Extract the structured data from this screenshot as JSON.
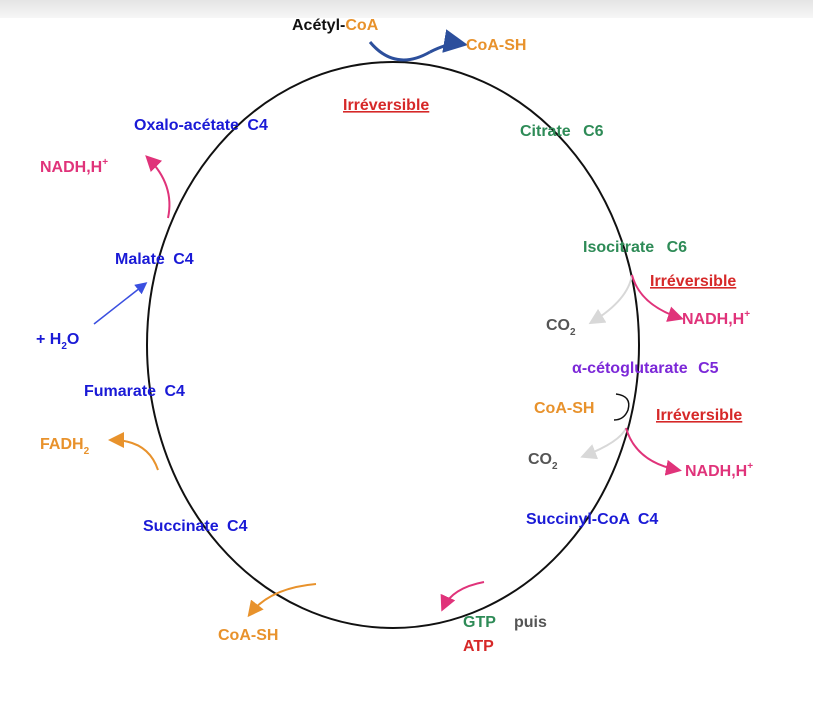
{
  "colors": {
    "acetyl": "#111111",
    "orange": "#e8922c",
    "blue": "#1a1ad6",
    "green": "#2e8b57",
    "red": "#d62828",
    "magenta": "#e0337a",
    "purple": "#7c28d8",
    "grey": "#555555",
    "ring": "#111111",
    "arrow_blue": "#2c4f9c"
  },
  "icons": {
    "entry_arrow": "curved-arrow-icon",
    "cofactor_arrow": "curved-arrow-icon"
  },
  "labels": {
    "acetyl": "Acétyl-",
    "acetyl_coa": "CoA",
    "coash_top": "CoA-SH",
    "irr_1": "Irréversible",
    "oxalo": "Oxalo-acétate C4",
    "citrate": "Citrate C6",
    "nadh_1": "NADH,H",
    "nadh_sup": "+",
    "isocitrate": "Isocitrate C6",
    "irr_2": "Irréversible",
    "malate": "Malate C4",
    "nadh_2": "NADH,H",
    "co2_1": "CO",
    "co2_sub": "2",
    "h2o_pre": "+ H",
    "h2o_sub": "2",
    "h2o_post": "O",
    "akg": "α-cétoglutarate C5",
    "fumarate": "Fumarate C4",
    "coash_mid": "CoA-SH",
    "irr_3": "Irréversible",
    "fadh": "FADH",
    "fadh_sub": "2",
    "co2_2": "CO",
    "nadh_3": "NADH,H",
    "succinate": "Succinate C4",
    "succinylcoa": "Succinyl-CoA C4",
    "gtp": "GTP",
    "puis": "puis",
    "atp": "ATP",
    "coash_bottom": "CoA-SH"
  }
}
